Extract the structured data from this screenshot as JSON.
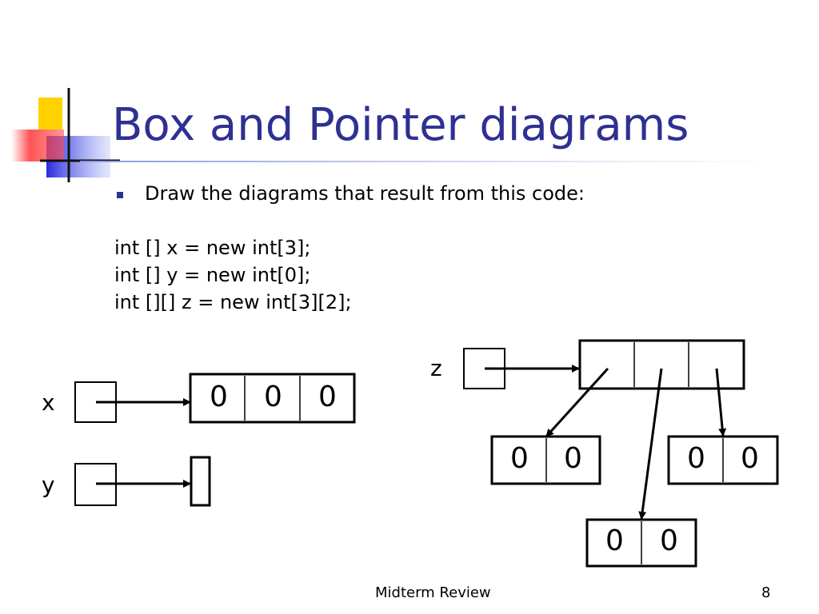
{
  "slide": {
    "title": "Box and Pointer diagrams",
    "bullet": "Draw the diagrams that result from this code:",
    "code_lines": [
      "int [] x = new int[3];",
      "int [] y = new int[0];",
      "int [][] z = new int[3][2];"
    ],
    "footer_center": "Midterm Review",
    "page_number": "8",
    "accent_color": "#2e3092"
  },
  "diagram": {
    "variables": {
      "x": "x",
      "y": "y",
      "z": "z"
    },
    "x_array": [
      "0",
      "0",
      "0"
    ],
    "y_array": [],
    "z_outer_length": 3,
    "z_rows": [
      [
        "0",
        "0"
      ],
      [
        "0",
        "0"
      ],
      [
        "0",
        "0"
      ]
    ]
  }
}
